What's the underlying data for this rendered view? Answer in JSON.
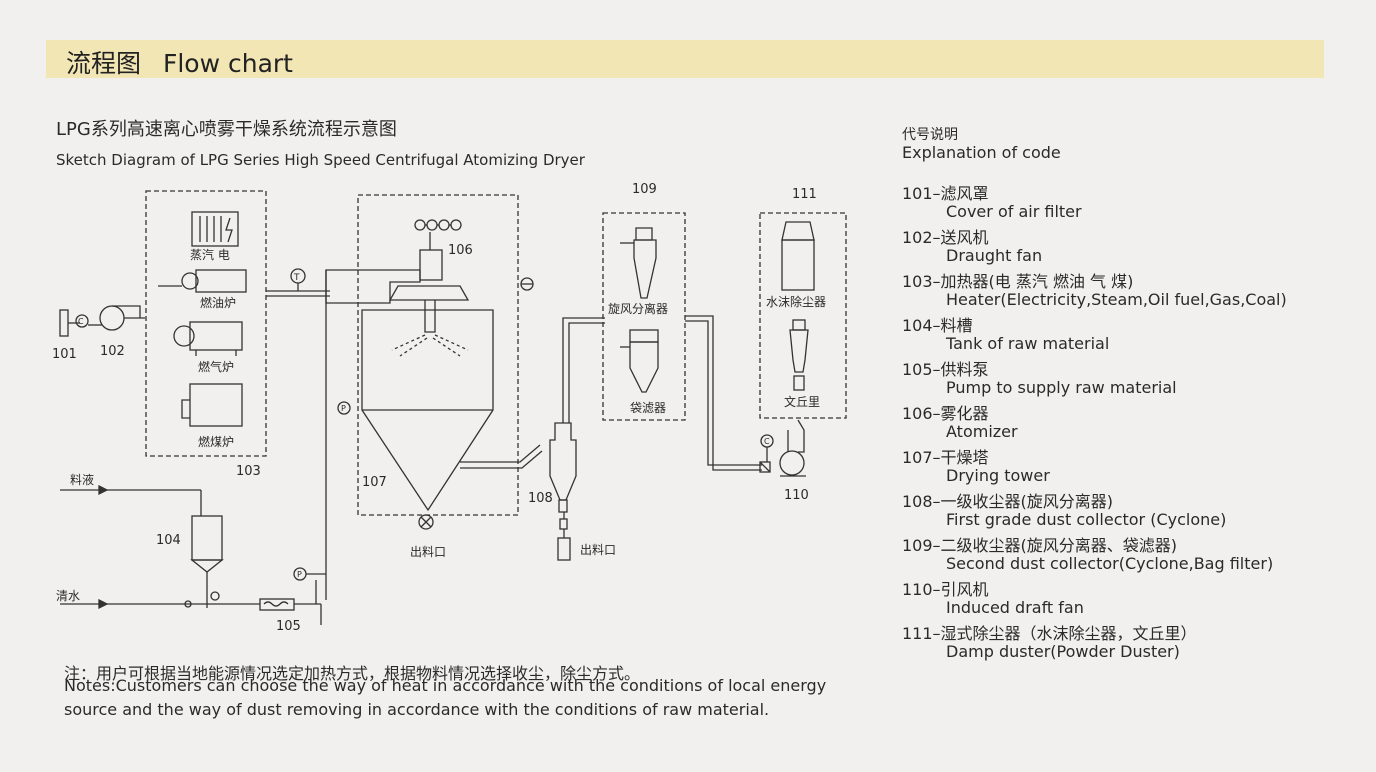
{
  "header": {
    "title_cn": "流程图",
    "title_en": "Flow chart"
  },
  "subtitle": {
    "cn": "LPG系列高速离心喷雾干燥系统流程示意图",
    "en": "Sketch Diagram of LPG Series High Speed Centrifugal Atomizing Dryer"
  },
  "diagram": {
    "labels": {
      "c101": "101",
      "c102": "102",
      "c103": "103",
      "c104": "104",
      "c105": "105",
      "c106": "106",
      "c107": "107",
      "c108": "108",
      "c109": "109",
      "c110": "110",
      "c111": "111",
      "steam_elec": "蒸汽 电",
      "oil_furnace": "燃油炉",
      "gas_furnace": "燃气炉",
      "coal_furnace": "燃煤炉",
      "feed_liquid": "料液",
      "clear_water": "清水",
      "outlet_1": "出料口",
      "outlet_2": "出料口",
      "cyclone_sep": "旋风分离器",
      "bag_filter": "袋滤器",
      "water_film": "水沫除尘器",
      "venturi": "文丘里"
    }
  },
  "legend": {
    "title_cn": "代号说明",
    "title_en": "Explanation of code",
    "items": [
      {
        "cn": "101–滤风罩",
        "en": "Cover of air filter"
      },
      {
        "cn": "102–送风机",
        "en": "Draught fan"
      },
      {
        "cn": "103–加热器(电 蒸汽 燃油 气 煤)",
        "en": "Heater(Electricity,Steam,Oil fuel,Gas,Coal)"
      },
      {
        "cn": "104–料槽",
        "en": "Tank of raw material"
      },
      {
        "cn": "105–供料泵",
        "en": "Pump to supply raw material"
      },
      {
        "cn": "106–雾化器",
        "en": "Atomizer"
      },
      {
        "cn": "107–干燥塔",
        "en": "Drying tower"
      },
      {
        "cn": "108–一级收尘器(旋风分离器)",
        "en": "First grade dust collector (Cyclone)"
      },
      {
        "cn": "109–二级收尘器(旋风分离器、袋滤器)",
        "en": "Second dust collector(Cyclone,Bag filter)"
      },
      {
        "cn": "110–引风机",
        "en": "Induced draft fan"
      },
      {
        "cn": "111–湿式除尘器（水沫除尘器，文丘里）",
        "en": "Damp duster(Powder Duster)"
      }
    ]
  },
  "notes": {
    "cn": "注：用户可根据当地能源情况选定加热方式，根据物料情况选择收尘，除尘方式。",
    "en_line1": "Notes:Customers can choose the way of heat in accordance with the conditions of local energy",
    "en_line2": "source and the way of dust removing in accordance with the conditions of raw material."
  }
}
